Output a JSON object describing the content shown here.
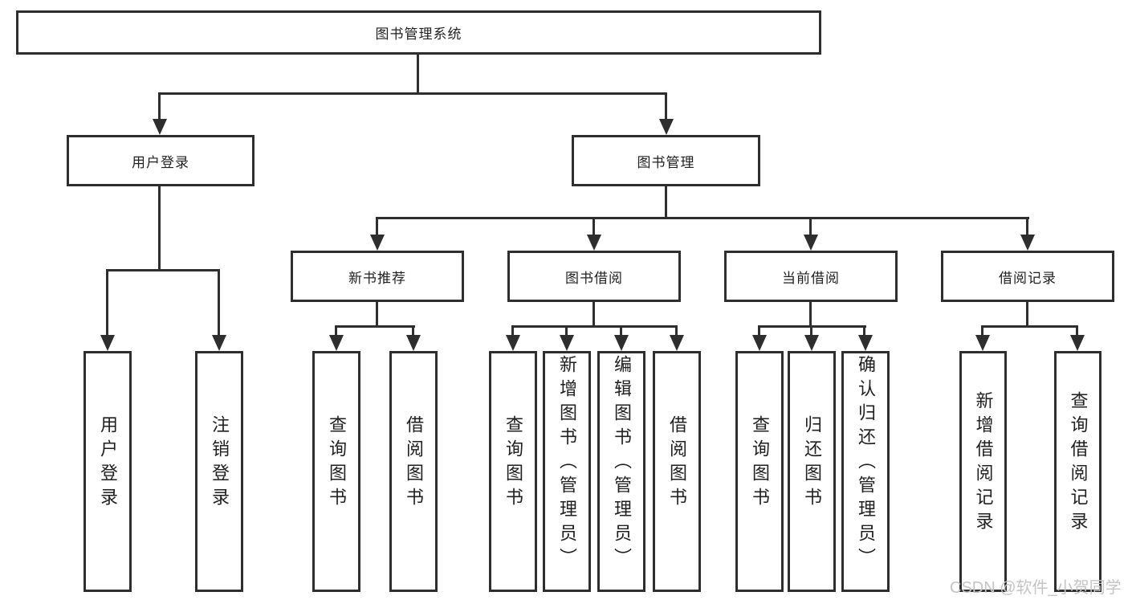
{
  "diagram": {
    "type": "tree",
    "root": "图书管理系统",
    "level2": [
      "用户登录",
      "图书管理"
    ],
    "level3": [
      "新书推荐",
      "图书借阅",
      "当前借阅",
      "借阅记录"
    ],
    "leaves": [
      "用户登录",
      "注销登录",
      "查询图书",
      "借阅图书",
      "查询图书",
      "新增图书（管理员）",
      "编辑图书（管理员）",
      "借阅图书",
      "查询图书",
      "归还图书",
      "确认归还（管理员）",
      "新增借阅记录",
      "查询借阅记录"
    ],
    "edges": [
      "图书管理系统 -> 用户登录",
      "图书管理系统 -> 图书管理",
      "用户登录 -> 用户登录",
      "用户登录 -> 注销登录",
      "图书管理 -> 新书推荐",
      "图书管理 -> 图书借阅",
      "图书管理 -> 当前借阅",
      "图书管理 -> 借阅记录",
      "新书推荐 -> 查询图书",
      "新书推荐 -> 借阅图书",
      "图书借阅 -> 查询图书",
      "图书借阅 -> 新增图书（管理员）",
      "图书借阅 -> 编辑图书（管理员）",
      "图书借阅 -> 借阅图书",
      "当前借阅 -> 查询图书",
      "当前借阅 -> 归还图书",
      "当前借阅 -> 确认归还（管理员）",
      "借阅记录 -> 新增借阅记录",
      "借阅记录 -> 查询借阅记录"
    ]
  },
  "watermark": "CSDN @软件_小贺同学",
  "colors": {
    "line": "#2e2e2e",
    "text": "#1f1f1f",
    "box_bg": "#ffffff",
    "watermark": "#c4c4c4",
    "background": "#ffffff"
  }
}
